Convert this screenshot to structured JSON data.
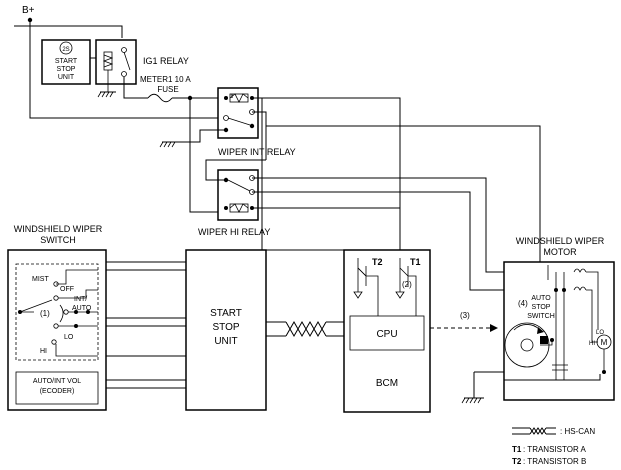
{
  "labels": {
    "b_plus": "B+",
    "ig1_relay": "IG1 RELAY",
    "start_stop_small": [
      "START",
      "STOP",
      "UNIT"
    ],
    "two_s": "2S",
    "meter_fuse": [
      "METER1 10 A",
      "FUSE"
    ],
    "wiper_int_relay": "WIPER INT RELAY",
    "wiper_hi_relay": "WIPER HI RELAY",
    "wws_title": [
      "WINDSHIELD WIPER",
      "SWITCH"
    ],
    "mist": "MIST",
    "off": "OFF",
    "int_auto": [
      "INT/",
      "AUTO"
    ],
    "lo": "LO",
    "hi": "HI",
    "callout_1": "(1)",
    "encoder": [
      "AUTO/INT VOL",
      "(ECODER)"
    ],
    "start_stop_unit": [
      "START",
      "STOP",
      "UNIT"
    ],
    "t1": "T1",
    "t2": "T2",
    "callout_2": "(2)",
    "cpu": "CPU",
    "bcm": "BCM",
    "callout_3": "(3)",
    "wwm_title": [
      "WINDSHIELD WIPER",
      "MOTOR"
    ],
    "callout_4": "(4)",
    "auto_stop_switch": [
      "AUTO",
      "STOP",
      "SWITCH"
    ],
    "motor_lo": "LO",
    "motor_hi": "HI",
    "motor_m": "M"
  },
  "legend": {
    "hs_can": ": HS-CAN",
    "t1_key": "T1",
    "t1_text": ": TRANSISTOR A",
    "t2_key": "T2",
    "t2_text": ": TRANSISTOR B"
  }
}
